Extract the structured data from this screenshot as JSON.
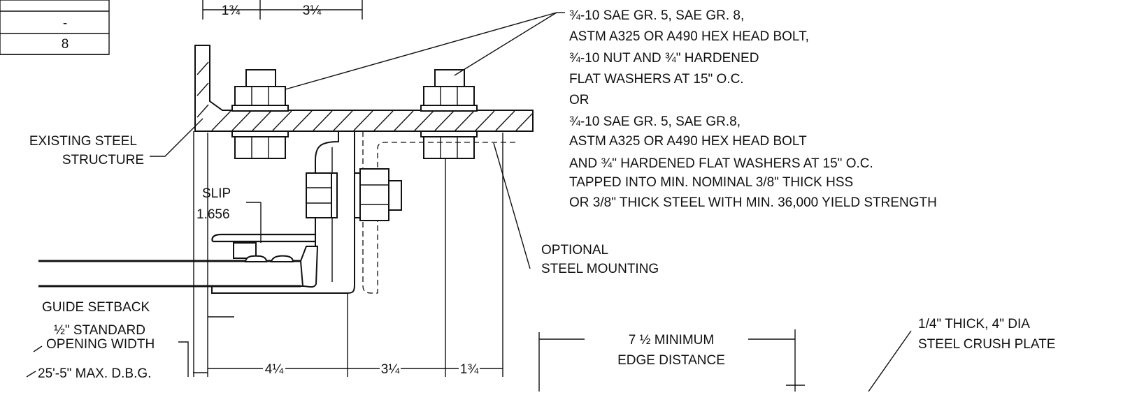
{
  "table": {
    "rows": [
      "-",
      "8"
    ]
  },
  "dims": {
    "top_left": "1¾",
    "top_mid": "3¼",
    "bottom_left": "4¼",
    "bottom_mid": "3¼",
    "bottom_right": "1¾"
  },
  "labels": {
    "existing_steel_line1": "EXISTING STEEL",
    "existing_steel_line2": "STRUCTURE",
    "slip_label": "SLIP",
    "slip_value": "1.656",
    "guide_setback": "GUIDE SETBACK",
    "half_standard": "½\" STANDARD",
    "opening_width": "OPENING WIDTH",
    "max_dbg": "25'-5\" MAX. D.B.G.",
    "optional_mount_line1": "OPTIONAL",
    "optional_mount_line2": "STEEL MOUNTING",
    "edge_line1": "7 ½ MINIMUM",
    "edge_line2": "EDGE DISTANCE",
    "crush_line1": "1/4\" THICK, 4\" DIA",
    "crush_line2": "STEEL CRUSH PLATE"
  },
  "notes": [
    "¾-10 SAE GR. 5, SAE GR. 8,",
    "ASTM A325 OR A490 HEX HEAD BOLT,",
    "¾-10 NUT AND ¾\" HARDENED",
    "FLAT WASHERS AT 15\" O.C.",
    "OR",
    "¾-10 SAE GR. 5, SAE GR.8,",
    "ASTM A325 OR A490 HEX HEAD BOLT",
    "AND ¾\" HARDENED FLAT WASHERS AT 15\" O.C.",
    "TAPPED INTO MIN. NOMINAL 3/8\" THICK HSS",
    "OR 3/8\" THICK STEEL WITH MIN. 36,000 YIELD STRENGTH"
  ]
}
